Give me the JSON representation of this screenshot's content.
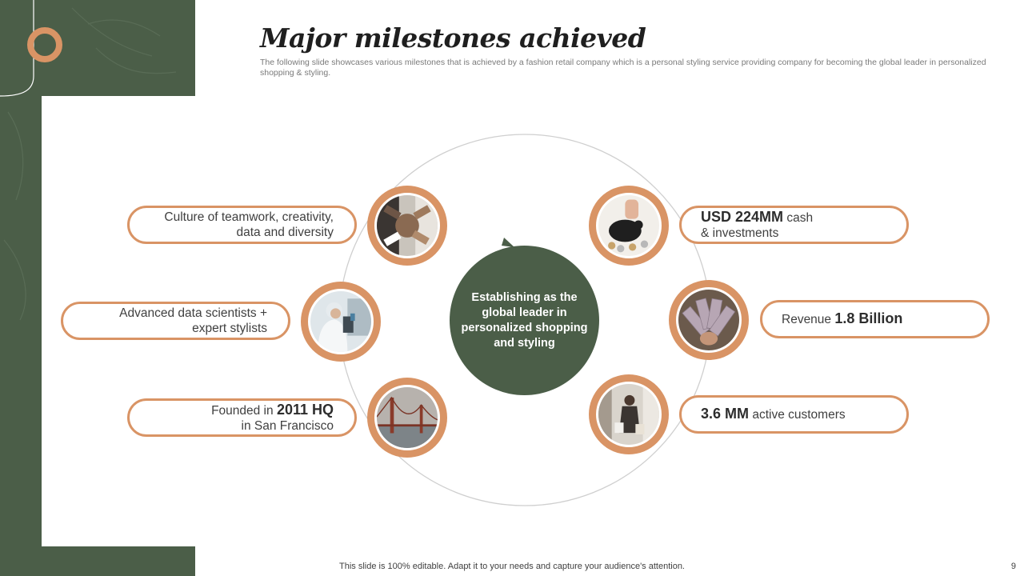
{
  "slide": {
    "title": "Major milestones achieved",
    "subtitle": "The following slide showcases various milestones that is achieved by a fashion retail company which is a personal styling service providing company for becoming the global leader in personalized shopping & styling.",
    "center_text": "Establishing as the global leader in personalized shopping and styling",
    "footer": "This slide is 100% editable. Adapt it to your needs and capture your audience's attention.",
    "page_number": "9"
  },
  "milestones": {
    "culture": {
      "line1": "Culture of teamwork, creativity,",
      "line2": "data and diversity",
      "icon": "teamwork-hands-photo"
    },
    "scientists": {
      "line1": "Advanced data scientists +",
      "line2": "expert stylists",
      "icon": "scientist-microscope-photo"
    },
    "founded": {
      "prefix": "Founded in ",
      "highlight": "2011 HQ",
      "line2": "in San Francisco",
      "icon": "golden-gate-bridge-photo"
    },
    "cash": {
      "highlight": "USD 224MM",
      "suffix": "cash",
      "line2": "& investments",
      "icon": "piggy-bank-photo"
    },
    "revenue": {
      "prefix": "Revenue ",
      "highlight": "1.8 Billion",
      "icon": "money-fan-photo"
    },
    "customers": {
      "highlight": "3.6 MM",
      "suffix": " active customers",
      "icon": "shopper-photo"
    }
  },
  "colors": {
    "green": "#4b5e48",
    "accent": "#d99465",
    "title": "#1f1f1f",
    "subtitle": "#7a7a7a"
  }
}
